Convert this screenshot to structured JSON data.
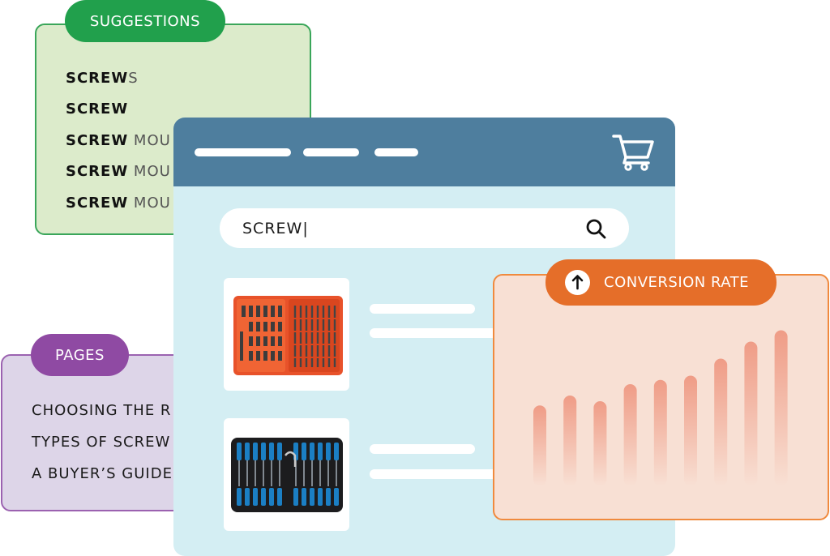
{
  "suggestions": {
    "tag": "SUGGESTIONS",
    "items": [
      {
        "strong": "SCREW",
        "rest": "S"
      },
      {
        "strong": "SCREW",
        "rest": ""
      },
      {
        "strong": "SCREW",
        "rest": " MOU"
      },
      {
        "strong": "SCREW",
        "rest": " MOU"
      },
      {
        "strong": "SCREW",
        "rest": " MOU"
      }
    ]
  },
  "pages": {
    "tag": "PAGES",
    "items": [
      "CHOOSING THE R",
      "TYPES OF SCREW",
      "A BUYER’S GUIDE"
    ]
  },
  "browser": {
    "search_value": "SCREW|",
    "cart_icon": "shopping-cart-icon",
    "search_icon": "magnifier-icon"
  },
  "conversion": {
    "tag": "CONVERSION RATE",
    "icon": "up-arrow-icon",
    "trend_levels": [
      0.57,
      0.64,
      0.6,
      0.72,
      0.75,
      0.78,
      0.9,
      1.02,
      1.1
    ]
  },
  "colors": {
    "suggestions_accent": "#21a04c",
    "pages_accent": "#8f4aa3",
    "conversion_accent": "#e56e29",
    "browser_header": "#4e7e9e"
  }
}
